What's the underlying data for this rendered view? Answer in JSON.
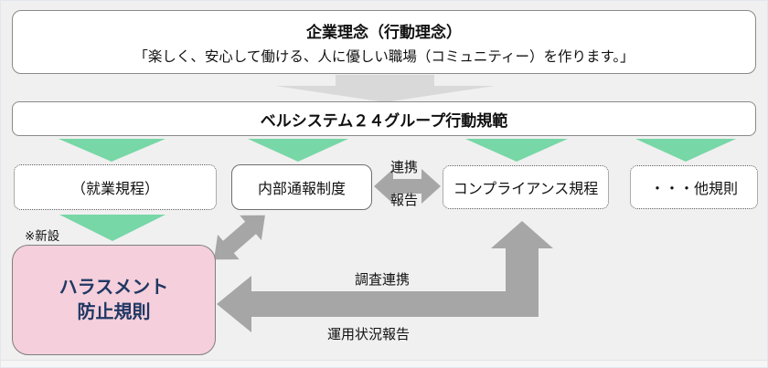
{
  "diagram": {
    "header": {
      "title": "企業理念（行動理念）",
      "subtitle": "「楽しく、安心して働ける、人に優しい職場（コミュニティー）を作ります。」"
    },
    "code_of_conduct": {
      "label": "ベルシステム２４グループ行動規範"
    },
    "rules_row": {
      "employment": "（就業規程）",
      "whistleblowing": "内部通報制度",
      "compliance": "コンプライアンス規程",
      "other": "・・・他規則"
    },
    "link_arrow": {
      "top_label": "連携",
      "bottom_label": "報告"
    },
    "new_note": "※新設",
    "harassment_box": {
      "line1": "ハラスメント",
      "line2": "防止規則"
    },
    "flow_labels": {
      "investigation": "調査連携",
      "operation_report": "運用状況報告"
    },
    "colors": {
      "background": "#f0f0f0",
      "green_arrow": "#77d7a6",
      "gray_arrow": "#a6a6a6",
      "light_gray_arrow": "#d9d9d9",
      "pink_fill": "#f5cfdb",
      "navy_text": "#1f3864",
      "box_border": "#8a8a8a"
    }
  }
}
